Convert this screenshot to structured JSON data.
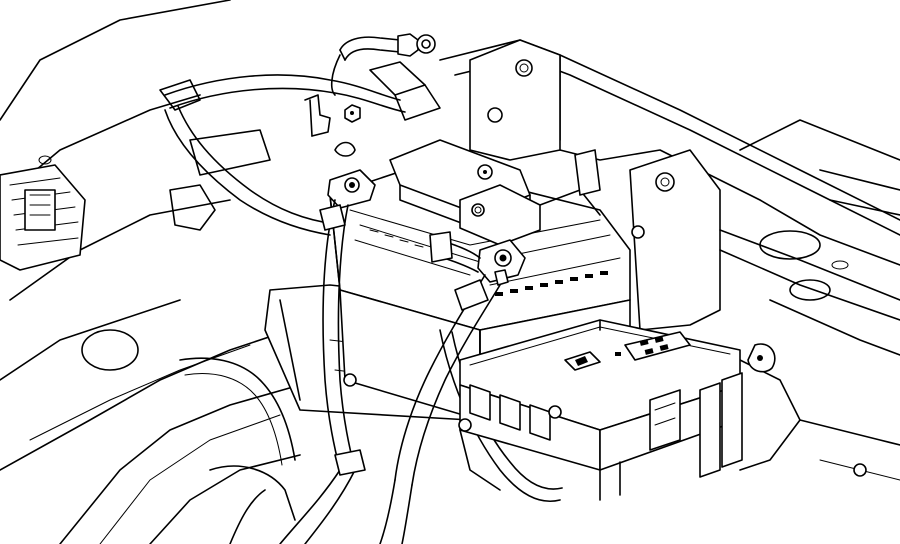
{
  "figure": {
    "components": [
      {
        "name": "battery",
        "icon": "battery-icon"
      },
      {
        "name": "battery-positive-terminal",
        "icon": "terminal-icon"
      },
      {
        "name": "battery-negative-terminal",
        "icon": "terminal-icon"
      },
      {
        "name": "battery-hold-down-bracket",
        "icon": "bracket-icon"
      },
      {
        "name": "power-distribution-center",
        "icon": "fuse-box-icon"
      },
      {
        "name": "battery-cables",
        "icon": "cable-icon"
      },
      {
        "name": "ring-terminal",
        "icon": "ring-terminal-icon"
      },
      {
        "name": "mounting-nuts",
        "icon": "nut-icon"
      }
    ],
    "colors": {
      "line": "#000000",
      "background": "#ffffff"
    }
  }
}
